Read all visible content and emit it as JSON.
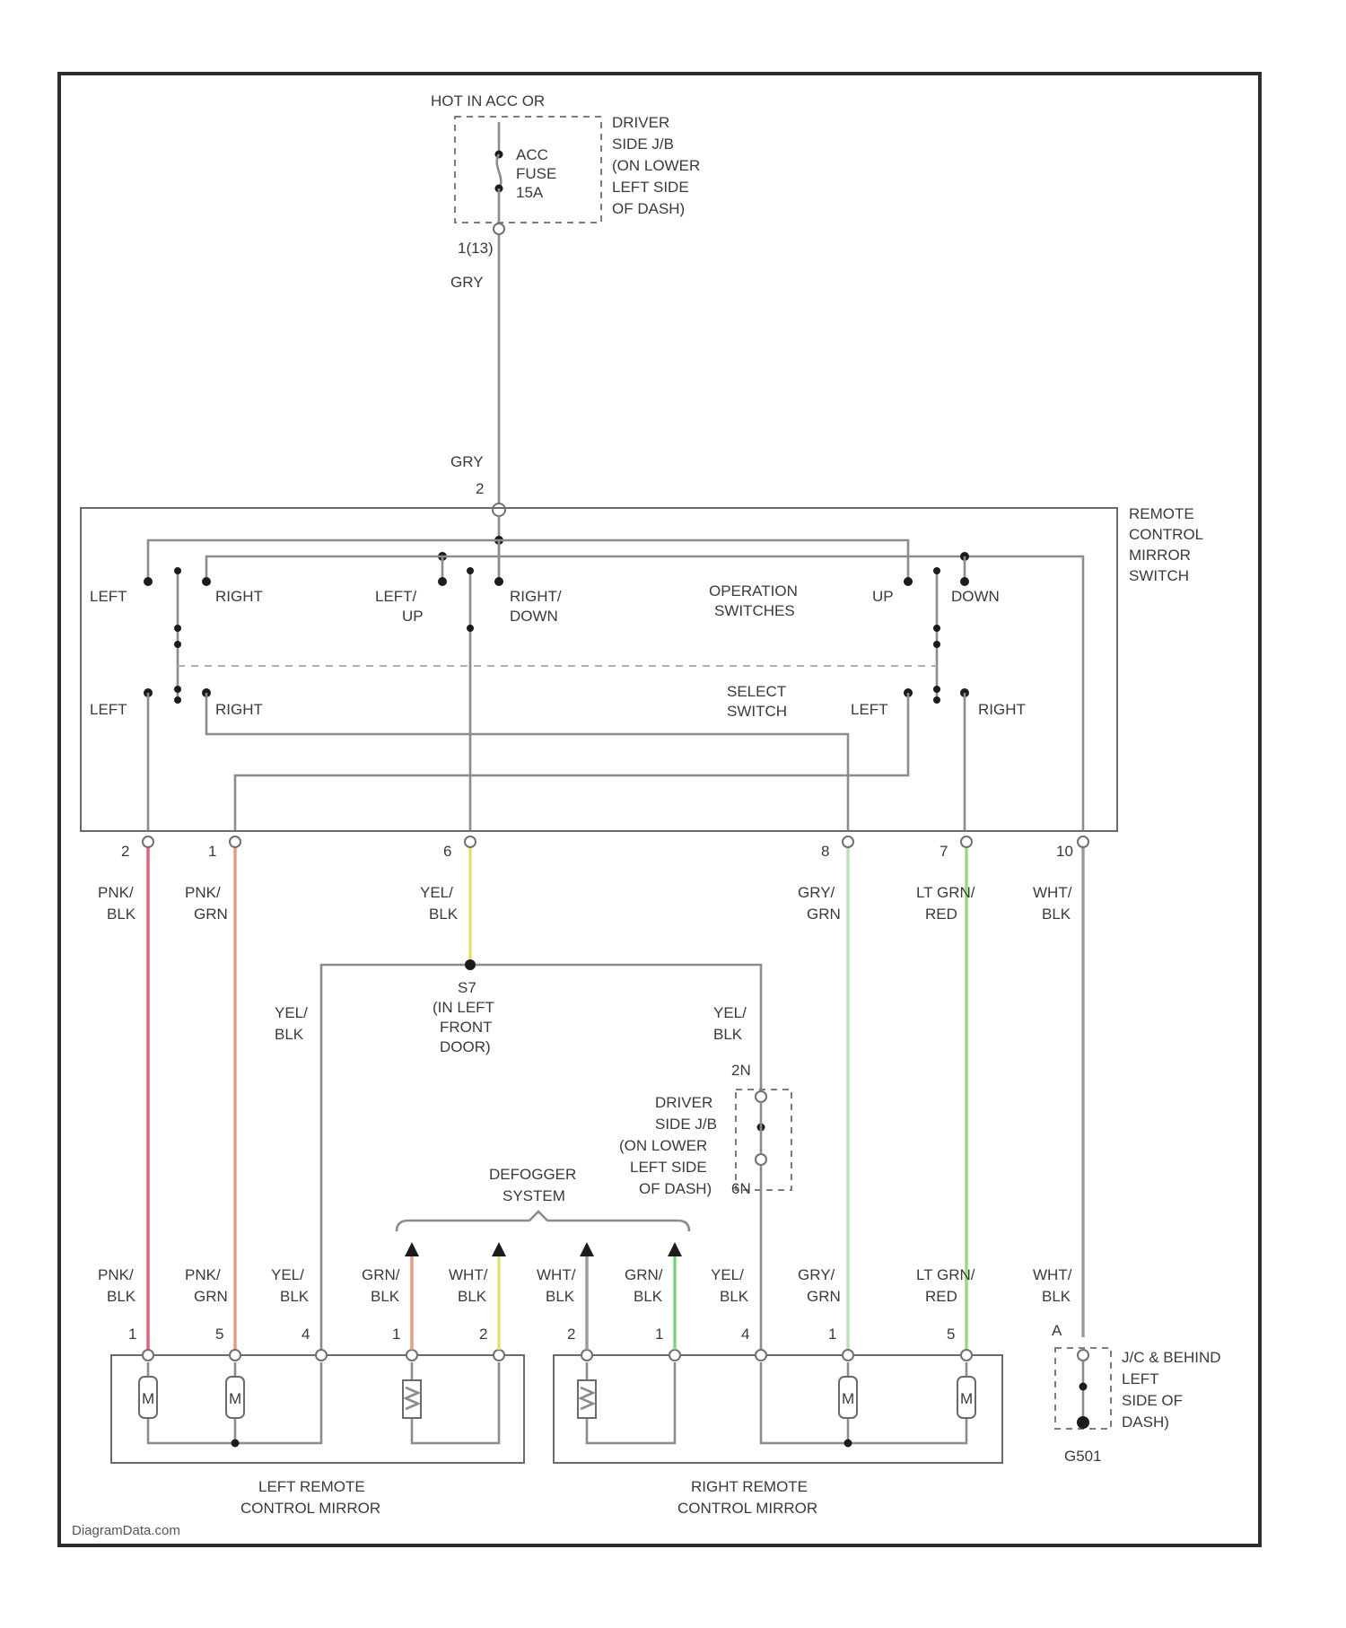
{
  "power": {
    "hot_label": "HOT IN ACC OR",
    "fuse": [
      "ACC",
      "FUSE",
      "15A"
    ],
    "fuse_location": [
      "DRIVER",
      "SIDE J/B",
      "(ON LOWER",
      "LEFT SIDE",
      "OF DASH)"
    ],
    "fuse_pin": "1(13)",
    "feed_wire_top": "GRY",
    "feed_wire_bottom": "GRY",
    "switch_input_pin": "2"
  },
  "switch": {
    "name": [
      "REMOTE",
      "CONTROL",
      "MIRROR",
      "SWITCH"
    ],
    "op_labels": {
      "left": "LEFT",
      "right": "RIGHT",
      "left_up": [
        "LEFT/",
        "UP"
      ],
      "right_down": [
        "RIGHT/",
        "DOWN"
      ],
      "up": "UP",
      "down": "DOWN"
    },
    "operation_switches": [
      "OPERATION",
      "SWITCHES"
    ],
    "select_switch": [
      "SELECT",
      "SWITCH"
    ],
    "select_labels": {
      "left_a": "LEFT",
      "right_a": "RIGHT",
      "left_b": "LEFT",
      "right_b": "RIGHT"
    }
  },
  "switch_pins": [
    {
      "pin": "2",
      "wire": [
        "PNK/",
        "BLK"
      ],
      "color": "#e0607a"
    },
    {
      "pin": "1",
      "wire": [
        "PNK/",
        "GRN"
      ],
      "color": "#e89a7e"
    },
    {
      "pin": "6",
      "wire": [
        "YEL/",
        "BLK"
      ],
      "color": "#e0e070"
    },
    {
      "pin": "8",
      "wire": [
        "GRY/",
        "GRN"
      ],
      "color": "#b6e3b6"
    },
    {
      "pin": "7",
      "wire": [
        "LT GRN/",
        "RED"
      ],
      "color": "#9ed67f"
    },
    {
      "pin": "10",
      "wire": [
        "WHT/",
        "BLK"
      ],
      "color": "#9a9a9a"
    }
  ],
  "splice": {
    "name": "S7",
    "location": [
      "(IN LEFT",
      "FRONT",
      "DOOR)"
    ],
    "left_branch": [
      "YEL/",
      "BLK"
    ],
    "right_branch": [
      "YEL/",
      "BLK"
    ]
  },
  "jb2": {
    "top_pin": "2N",
    "bottom_pin": "6N",
    "location": [
      "DRIVER",
      "SIDE J/B",
      "(ON LOWER",
      "LEFT SIDE",
      "OF DASH)"
    ]
  },
  "defogger": [
    "DEFOGGER",
    "SYSTEM"
  ],
  "left_mirror": {
    "name": [
      "LEFT REMOTE",
      "CONTROL MIRROR"
    ],
    "pins": [
      {
        "pin": "1",
        "wire": [
          "PNK/",
          "BLK"
        ],
        "color": "#e0607a"
      },
      {
        "pin": "5",
        "wire": [
          "PNK/",
          "GRN"
        ],
        "color": "#e89a7e"
      },
      {
        "pin": "4",
        "wire": [
          "YEL/",
          "BLK"
        ],
        "color": "#e0e070"
      },
      {
        "pin": "1",
        "wire": [
          "GRN/",
          "BLK"
        ],
        "color": "#7fd17f"
      },
      {
        "pin": "2",
        "wire": [
          "WHT/",
          "BLK"
        ],
        "color": "#9a9a9a"
      }
    ],
    "motor_label": "M"
  },
  "right_mirror": {
    "name": [
      "RIGHT REMOTE",
      "CONTROL MIRROR"
    ],
    "pins": [
      {
        "pin": "2",
        "wire": [
          "WHT/",
          "BLK"
        ],
        "color": "#9a9a9a"
      },
      {
        "pin": "1",
        "wire": [
          "GRN/",
          "BLK"
        ],
        "color": "#7fd17f"
      },
      {
        "pin": "4",
        "wire": [
          "YEL/",
          "BLK"
        ],
        "color": "#e0e070"
      },
      {
        "pin": "1",
        "wire": [
          "GRY/",
          "GRN"
        ],
        "color": "#b6e3b6"
      },
      {
        "pin": "5",
        "wire": [
          "LT GRN/",
          "RED"
        ],
        "color": "#9ed67f"
      }
    ],
    "motor_label": "M"
  },
  "ground": {
    "pin": "A",
    "wire": [
      "WHT/",
      "BLK"
    ],
    "location": [
      "J/C & BEHIND",
      "LEFT",
      "SIDE OF",
      "DASH)"
    ],
    "name": "G501"
  },
  "watermark": "DiagramData.com"
}
